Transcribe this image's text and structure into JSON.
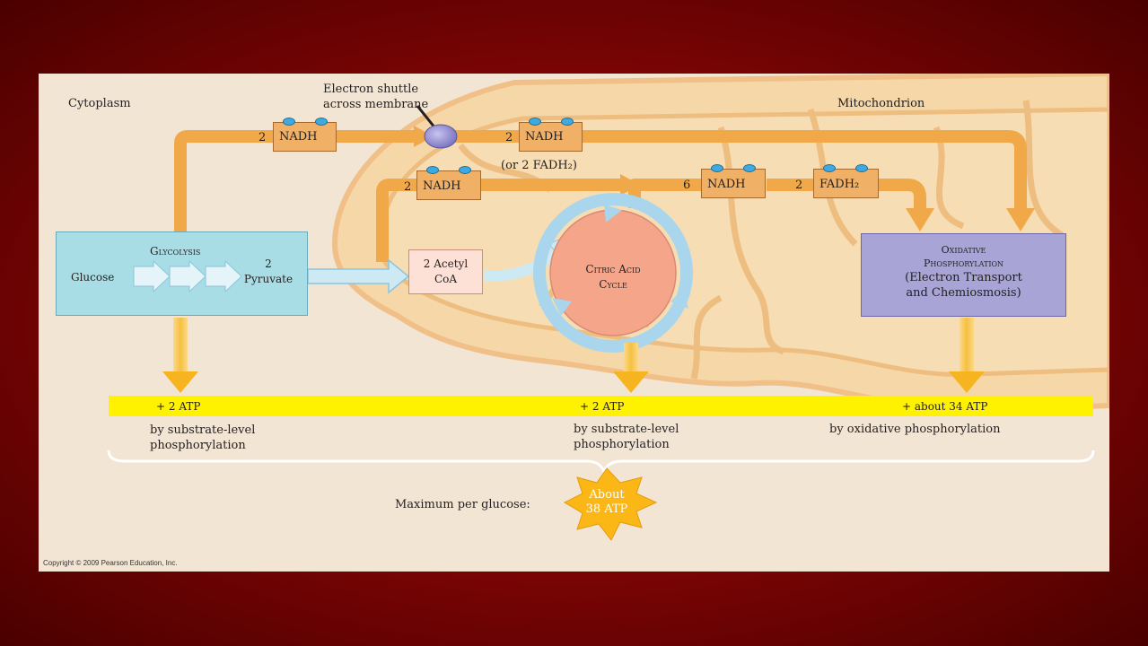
{
  "regions": {
    "cytoplasm": "Cytoplasm",
    "mitochondrion": "Mitochondrion",
    "shuttle": [
      "Electron shuttle",
      "across membrane"
    ]
  },
  "carriers": {
    "nadh_glycolysis": {
      "count": "2",
      "label": "NADH"
    },
    "nadh_shuttled": {
      "count": "2",
      "label": "NADH"
    },
    "shuttle_alt": "(or 2 FADH₂)",
    "nadh_pyruvate": {
      "count": "2",
      "label": "NADH"
    },
    "nadh_citric": {
      "count": "6",
      "label": "NADH"
    },
    "fadh2_citric": {
      "count": "2",
      "label": "FADH₂"
    }
  },
  "stages": {
    "glycolysis": "Glycolysis",
    "glucose": "Glucose",
    "pyruvate": [
      "2",
      "Pyruvate"
    ],
    "acetyl": [
      "2 Acetyl",
      "CoA"
    ],
    "citric": [
      "Citric Acid",
      "Cycle"
    ],
    "oxphos": [
      "Oxidative",
      "Phosphorylation",
      "(Electron Transport",
      "and Chemiosmosis)"
    ]
  },
  "atp": {
    "glycolysis": {
      "yield": "+ 2 ATP",
      "by": [
        "by substrate-level",
        "phosphorylation"
      ]
    },
    "citric": {
      "yield": "+ 2 ATP",
      "by": [
        "by substrate-level",
        "phosphorylation"
      ]
    },
    "oxphos": {
      "yield": "+ about 34 ATP",
      "by": [
        "by oxidative phosphorylation"
      ]
    }
  },
  "total": {
    "label": "Maximum per glucose:",
    "value": [
      "About",
      "38 ATP"
    ]
  },
  "copyright": "Copyright © 2009 Pearson Education, Inc.",
  "colors": {
    "background": "#7a0404",
    "panel": "#f2e5d3",
    "mitochondrion": "#f5d7a8",
    "arrow": "#f0a848",
    "glycolysis_box": "#a8dde6",
    "oxphos_box": "#a9a4d6",
    "citric_cycle": "#f4a58a",
    "atp_bar": "#fff200",
    "burst": "#fbb716",
    "electron": "#3fa9e0"
  }
}
